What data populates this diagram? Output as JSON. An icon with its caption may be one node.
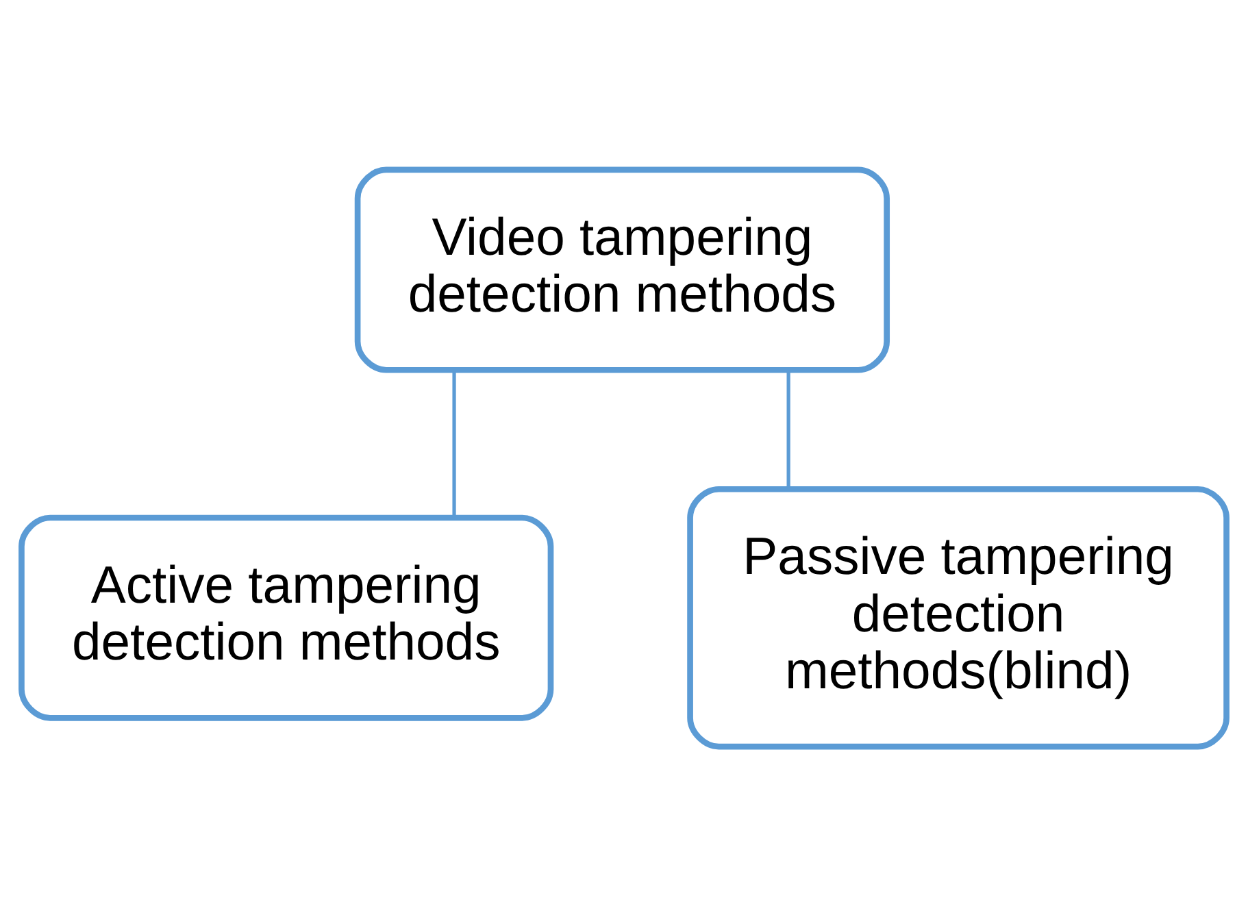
{
  "diagram": {
    "nodes": [
      {
        "text": [
          "Video tampering detection methods"
        ]
      },
      {
        "text": [
          "Active tampering detection methods"
        ]
      },
      {
        "text": [
          "Passive tampering detection methods(blind)"
        ]
      }
    ],
    "edges": [
      {
        "from": 0,
        "to": 1,
        "arrow": "none"
      },
      {
        "from": 0,
        "to": 2,
        "arrow": "none"
      }
    ]
  }
}
